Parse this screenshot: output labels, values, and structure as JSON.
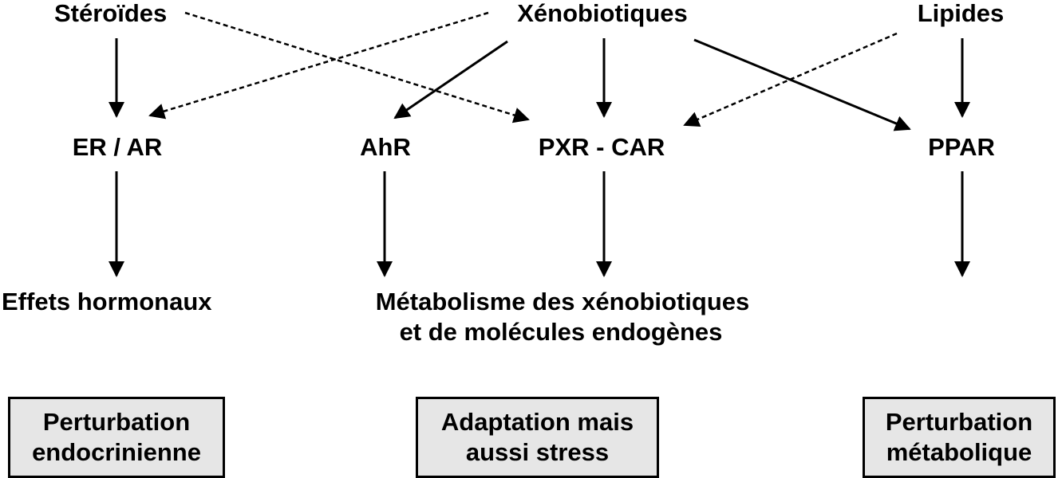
{
  "sources": {
    "steroides": "Stéroïdes",
    "xenobiotiques": "Xénobiotiques",
    "lipides": "Lipides"
  },
  "receptors": {
    "er_ar": "ER / AR",
    "ahr": "AhR",
    "pxr_car": "PXR - CAR",
    "ppar": "PPAR"
  },
  "effects": {
    "hormonaux": "Effets hormonaux",
    "metabolisme_line1": "Métabolisme des xénobiotiques",
    "metabolisme_line2": "et de molécules endogènes"
  },
  "outcomes": {
    "endocrinienne": {
      "line1": "Perturbation",
      "line2": "endocrinienne"
    },
    "adaptation": {
      "line1": "Adaptation mais",
      "line2": "aussi stress"
    },
    "metabolique": {
      "line1": "Perturbation",
      "line2": "métabolique"
    }
  },
  "colors": {
    "box_fill": "#e6e6e6",
    "ink": "#000000"
  }
}
